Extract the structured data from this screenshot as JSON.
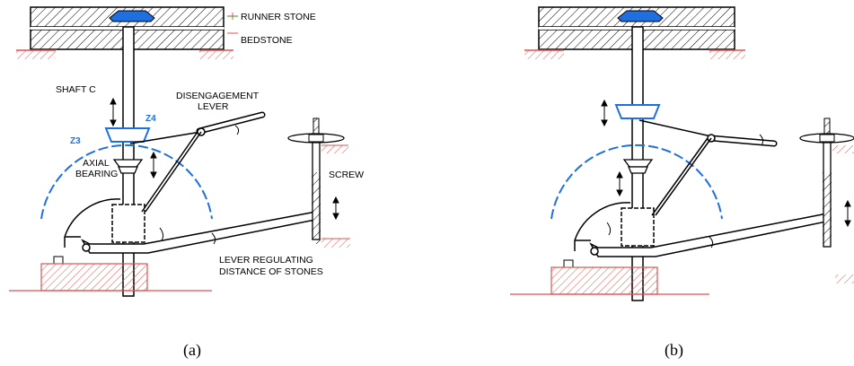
{
  "panel_a": {
    "caption": "(a)",
    "labels": {
      "runner_stone": "RUNNER STONE",
      "bedstone": "BEDSTONE",
      "shaft": "SHAFT C",
      "disengagement_line1": "DISENGAGEMENT",
      "disengagement_line2": "LEVER",
      "z4": "Z4",
      "z3": "Z3",
      "axial_line1": "AXIAL",
      "axial_line2": "BEARING",
      "screw": "SCREW",
      "lever_line1": "LEVER REGULATING",
      "lever_line2": "DISTANCE OF STONES"
    }
  },
  "panel_b": {
    "caption": "(b)"
  },
  "colors": {
    "accent_blue": "#1f6fe0",
    "hatch_red": "#e05050",
    "line": "#000000"
  }
}
